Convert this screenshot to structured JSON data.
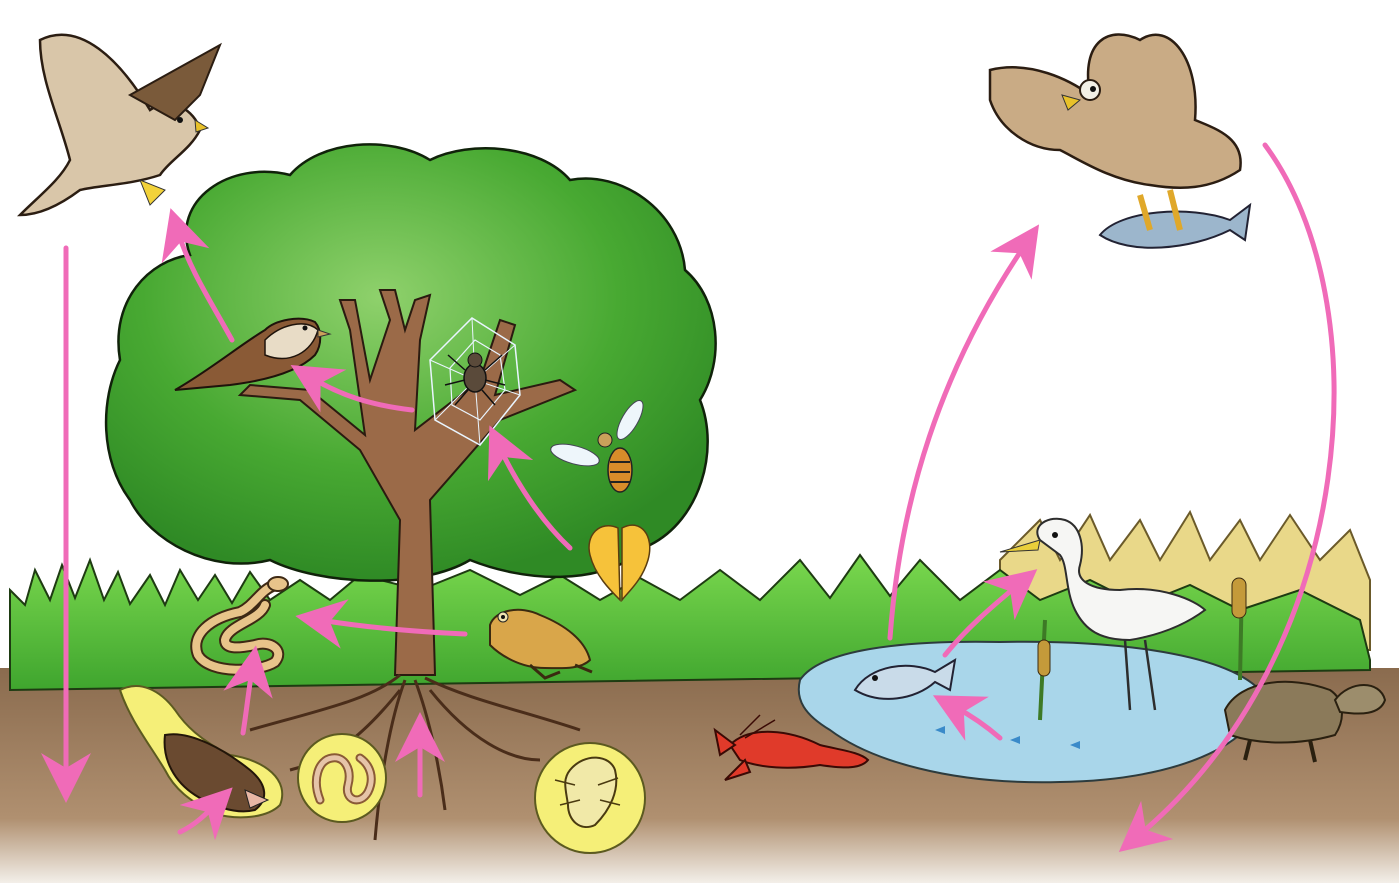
{
  "diagram": {
    "type": "food-web-illustration",
    "colors": {
      "arrow": "#f06bb8",
      "tree_foliage": "#4caf37",
      "grass": "#55c43a",
      "soil": "#8a6b4e",
      "pond": "#a9d6ea",
      "trunk": "#9b6a48",
      "highlight_circle": "#f2e46a"
    },
    "organisms": [
      {
        "id": "hawk",
        "icon": "hawk-icon"
      },
      {
        "id": "eagle",
        "icon": "eagle-with-fish-icon"
      },
      {
        "id": "sparrow",
        "icon": "small-bird-icon"
      },
      {
        "id": "spider",
        "icon": "spider-on-web-icon"
      },
      {
        "id": "wasp",
        "icon": "wasp-icon"
      },
      {
        "id": "butterfly",
        "icon": "butterfly-icon"
      },
      {
        "id": "snake",
        "icon": "snake-icon"
      },
      {
        "id": "frog",
        "icon": "frog-icon"
      },
      {
        "id": "mole",
        "icon": "mole-icon"
      },
      {
        "id": "earthworm",
        "icon": "earthworm-icon"
      },
      {
        "id": "insect-larva",
        "icon": "larva-icon"
      },
      {
        "id": "crayfish",
        "icon": "crayfish-icon"
      },
      {
        "id": "fish",
        "icon": "fish-icon"
      },
      {
        "id": "egret",
        "icon": "egret-icon"
      },
      {
        "id": "turtle",
        "icon": "turtle-icon"
      },
      {
        "id": "tree",
        "icon": "tree-icon"
      },
      {
        "id": "cattail",
        "icon": "cattail-icon"
      }
    ],
    "arrows": [
      {
        "from": "sparrow",
        "to": "hawk"
      },
      {
        "from": "hawk",
        "to": "soil"
      },
      {
        "from": "spider",
        "to": "sparrow"
      },
      {
        "from": "butterfly",
        "to": "spider"
      },
      {
        "from": "frog",
        "to": "snake"
      },
      {
        "from": "mole",
        "to": "snake"
      },
      {
        "from": "soil",
        "to": "mole"
      },
      {
        "from": "soil",
        "to": "tree"
      },
      {
        "from": "fish",
        "to": "eagle"
      },
      {
        "from": "fish",
        "to": "egret"
      },
      {
        "from": "pond",
        "to": "fish"
      },
      {
        "from": "eagle",
        "to": "soil"
      }
    ]
  }
}
